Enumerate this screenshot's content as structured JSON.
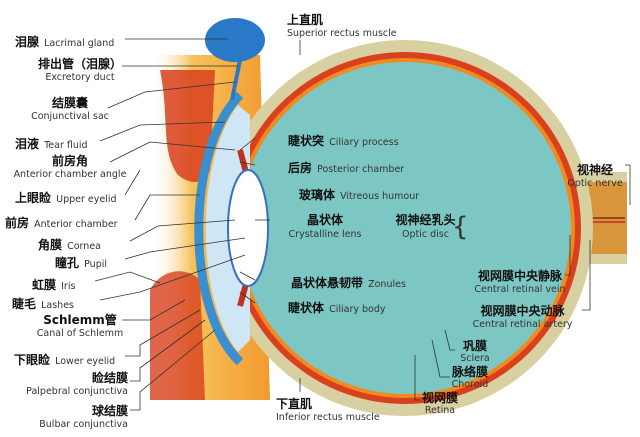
{
  "labels": {
    "lacrimal_gland": {
      "zh": "泪腺",
      "en": "Lacrimal gland"
    },
    "excretory_duct": {
      "zh": "排出管（泪腺）",
      "en": "Excretory duct"
    },
    "conjunctival_sac": {
      "zh": "结膜囊",
      "en": "Conjunctival sac"
    },
    "tear_fluid": {
      "zh": "泪液",
      "en": "Tear fluid"
    },
    "anterior_chamber_angle": {
      "zh": "前房角",
      "en": "Anterior chamber angle"
    },
    "upper_eyelid": {
      "zh": "上眼睑",
      "en": "Upper eyelid"
    },
    "anterior_chamber": {
      "zh": "前房",
      "en": "Anterior chamber"
    },
    "cornea": {
      "zh": "角膜",
      "en": "Cornea"
    },
    "pupil": {
      "zh": "瞳孔",
      "en": "Pupil"
    },
    "iris": {
      "zh": "虹膜",
      "en": "Iris"
    },
    "lashes": {
      "zh": "睫毛",
      "en": "Lashes"
    },
    "canal_of_schlemm": {
      "zh": "Schlemm管",
      "en": "Canal of Schlemm"
    },
    "lower_eyelid": {
      "zh": "下眼睑",
      "en": "Lower eyelid"
    },
    "palpebral_conjunctiva": {
      "zh": "睑结膜",
      "en": "Palpebral conjunctiva"
    },
    "bulbar_conjunctiva": {
      "zh": "球结膜",
      "en": "Bulbar conjunctiva"
    },
    "superior_rectus": {
      "zh": "上直肌",
      "en": "Superior rectus muscle"
    },
    "ciliary_process": {
      "zh": "睫状突",
      "en": "Ciliary process"
    },
    "posterior_chamber": {
      "zh": "后房",
      "en": "Posterior chamber"
    },
    "vitreous_humour": {
      "zh": "玻璃体",
      "en": "Vitreous humour"
    },
    "crystalline_lens": {
      "zh": "晶状体",
      "en": "Crystalline lens"
    },
    "optic_disc": {
      "zh": "视神经乳头",
      "en": "Optic disc"
    },
    "zonules": {
      "zh": "晶状体悬韧带",
      "en": "Zonules"
    },
    "ciliary_body": {
      "zh": "睫状体",
      "en": "Ciliary body"
    },
    "optic_nerve": {
      "zh": "视神经",
      "en": "Optic nerve"
    },
    "central_retinal_vein": {
      "zh": "视网膜中央静脉",
      "en": "Central retinal vein"
    },
    "central_retinal_artery": {
      "zh": "视网膜中央动脉",
      "en": "Central retinal artery"
    },
    "sclera": {
      "zh": "巩膜",
      "en": "Sclera"
    },
    "choroid": {
      "zh": "脉络膜",
      "en": "Choroid"
    },
    "retina": {
      "zh": "视网膜",
      "en": "Retina"
    },
    "inferior_rectus": {
      "zh": "下直肌",
      "en": "Inferior rectus muscle"
    }
  },
  "colors": {
    "vitreous": "#7cc7c4",
    "sclera": "#d8d0a0",
    "choroid": "#d8401e",
    "lid": "#f3a640",
    "cornea": "#3a8fd0",
    "gland": "#2a78c8"
  }
}
